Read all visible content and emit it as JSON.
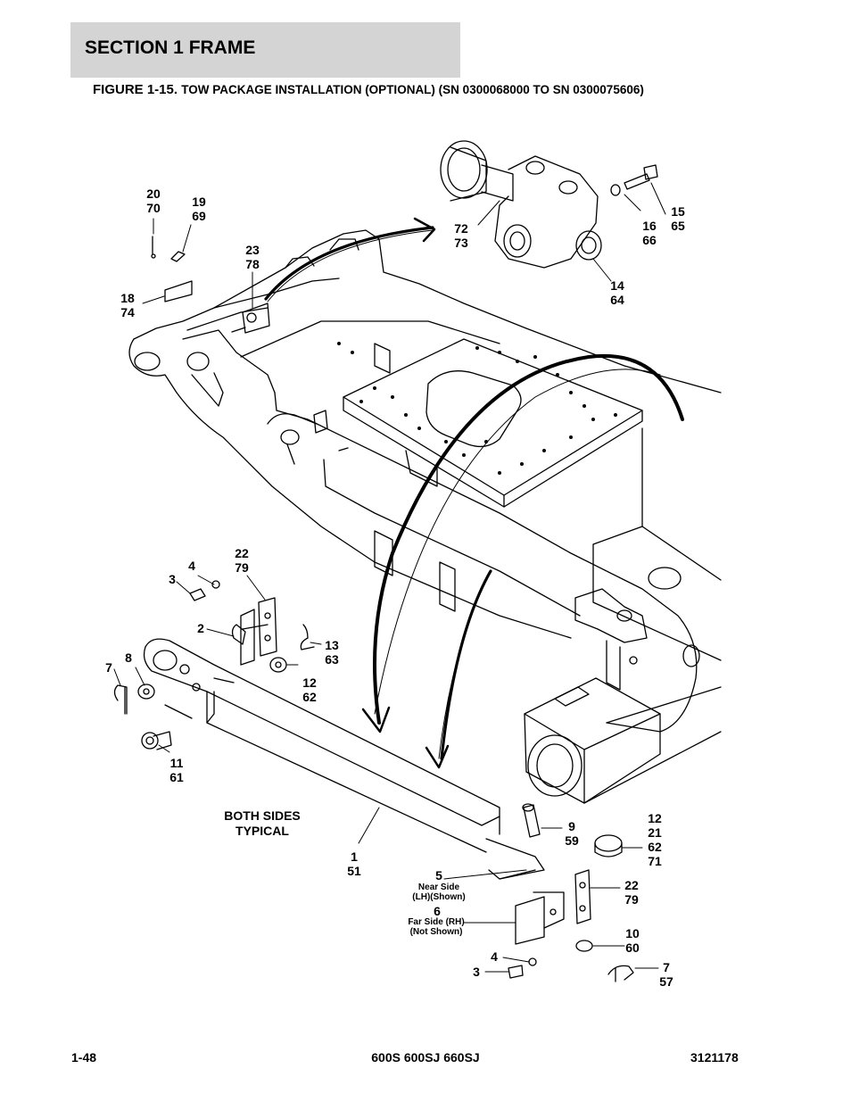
{
  "header": {
    "section_title": "SECTION 1  FRAME",
    "figure_number": "FIGURE 1-15.",
    "figure_caption": "TOW PACKAGE INSTALLATION (OPTIONAL) (SN 0300068000 TO SN 0300075606)"
  },
  "callouts": {
    "c20_70": [
      "20",
      "70"
    ],
    "c19_69": [
      "19",
      "69"
    ],
    "c23_78": [
      "23",
      "78"
    ],
    "c18_74": [
      "18",
      "74"
    ],
    "c72_73": [
      "72",
      "73"
    ],
    "c16_66": [
      "16",
      "66"
    ],
    "c15_65": [
      "15",
      "65"
    ],
    "c14_64": [
      "14",
      "64"
    ],
    "c22_79_top": [
      "22",
      "79"
    ],
    "c4_top": "4",
    "c3_top": "3",
    "c2": "2",
    "c13_63": [
      "13",
      "63"
    ],
    "c12_62": [
      "12",
      "62"
    ],
    "c8": "8",
    "c7_top": "7",
    "c11_61": [
      "11",
      "61"
    ],
    "c1_51": [
      "1",
      "51"
    ],
    "c9_59": [
      "9",
      "59"
    ],
    "c12_21_62_71": [
      "12",
      "21",
      "62",
      "71"
    ],
    "c5": "5",
    "c5_note": [
      "Near Side",
      "(LH)(Shown)"
    ],
    "c6": "6",
    "c6_note": [
      "Far Side (RH)",
      "(Not Shown)"
    ],
    "c22_79_bottom": [
      "22",
      "79"
    ],
    "c10_60": [
      "10",
      "60"
    ],
    "c4_bottom": "4",
    "c3_bottom": "3",
    "c7_57": [
      "7",
      "57"
    ]
  },
  "note": {
    "both_sides": [
      "BOTH SIDES",
      "TYPICAL"
    ]
  },
  "footer": {
    "page_number": "1-48",
    "models": "600S 600SJ 660SJ",
    "doc_number": "3121178"
  }
}
